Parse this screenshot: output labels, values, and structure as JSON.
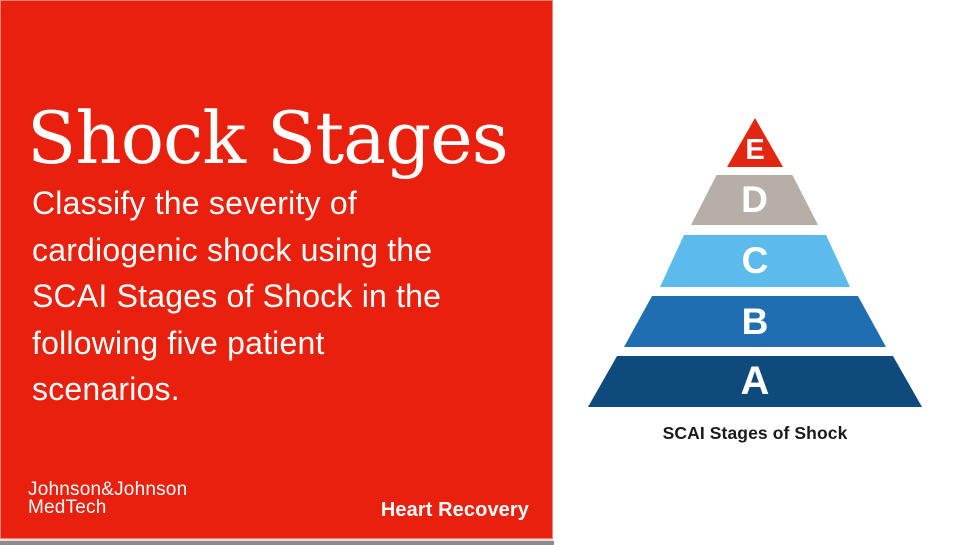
{
  "slide": {
    "left_panel": {
      "bg_color": "#E8200D",
      "title": "Shock Stages",
      "body_lines": [
        "Classify the severity of",
        "cardiogenic shock using the",
        "SCAI Stages of Shock in the",
        "following five patient",
        "scenarios."
      ],
      "logo": {
        "line1": "Johnson&Johnson",
        "line2": "MedTech"
      },
      "footer_brand": "Heart Recovery"
    },
    "pyramid": {
      "caption": "SCAI Stages of Shock",
      "levels": [
        {
          "label": "E",
          "color": "#E12712"
        },
        {
          "label": "D",
          "color": "#B5AFA7"
        },
        {
          "label": "C",
          "color": "#5DBBEC"
        },
        {
          "label": "B",
          "color": "#1E6EB1"
        },
        {
          "label": "A",
          "color": "#0E4A7C"
        }
      ]
    }
  }
}
